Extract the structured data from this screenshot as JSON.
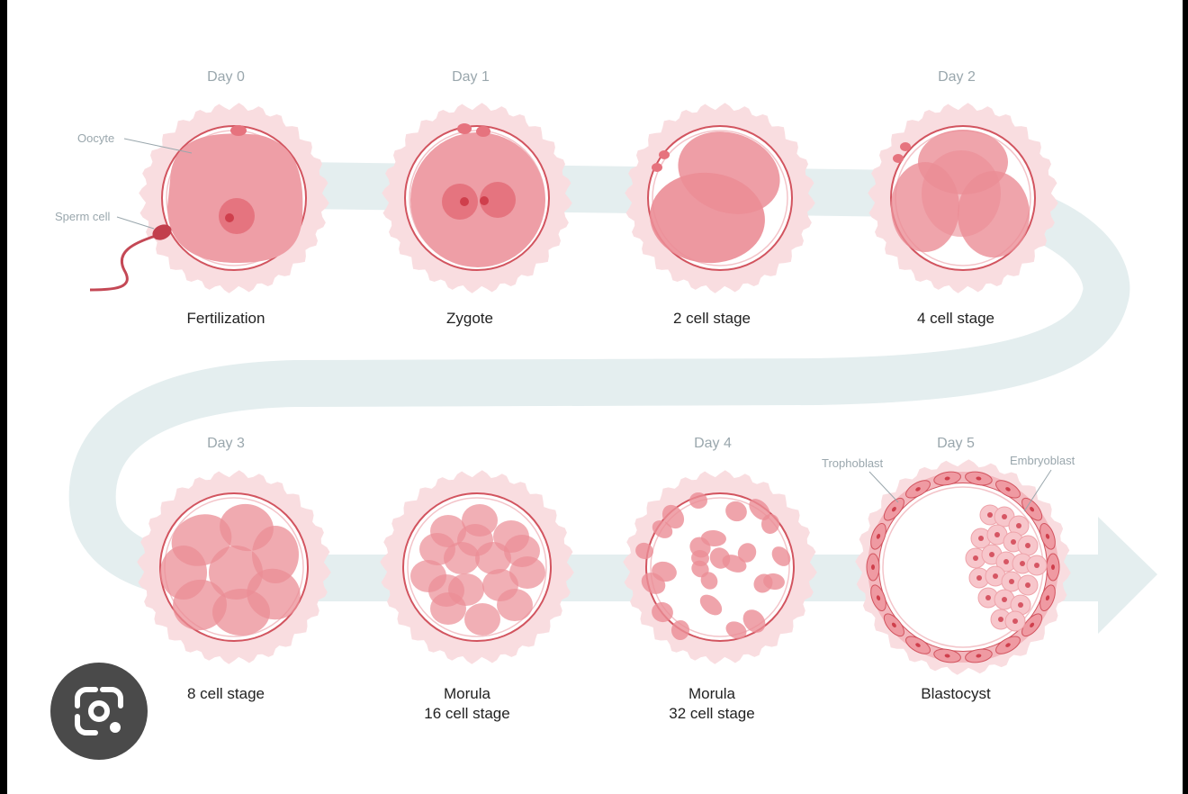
{
  "stages": [
    {
      "day": "Day 0",
      "caption": [
        "Fertilization"
      ]
    },
    {
      "day": "Day 1",
      "caption": [
        "Zygote"
      ]
    },
    {
      "day": "",
      "caption": [
        "2 cell stage"
      ]
    },
    {
      "day": "Day 2",
      "caption": [
        "4 cell stage"
      ]
    },
    {
      "day": "Day 3",
      "caption": [
        "8 cell stage"
      ]
    },
    {
      "day": "",
      "caption": [
        "Morula",
        "16 cell stage"
      ]
    },
    {
      "day": "Day 4",
      "caption": [
        "Morula",
        "32 cell stage"
      ]
    },
    {
      "day": "Day 5",
      "caption": [
        "Blastocyst"
      ]
    }
  ],
  "annotations": {
    "oocyte": "Oocyte",
    "sperm_cell": "Sperm cell",
    "trophoblast": "Trophoblast",
    "embryoblast": "Embryoblast"
  },
  "colors": {
    "path": "#e4eeef",
    "zona": "#f9dde0",
    "membrane": "#d2545f",
    "cell": "#eb8d96",
    "nucleus": "#cf3f4c",
    "label_gray": "#9aa7ad"
  },
  "lens_button": {
    "icon": "google-lens-icon"
  }
}
